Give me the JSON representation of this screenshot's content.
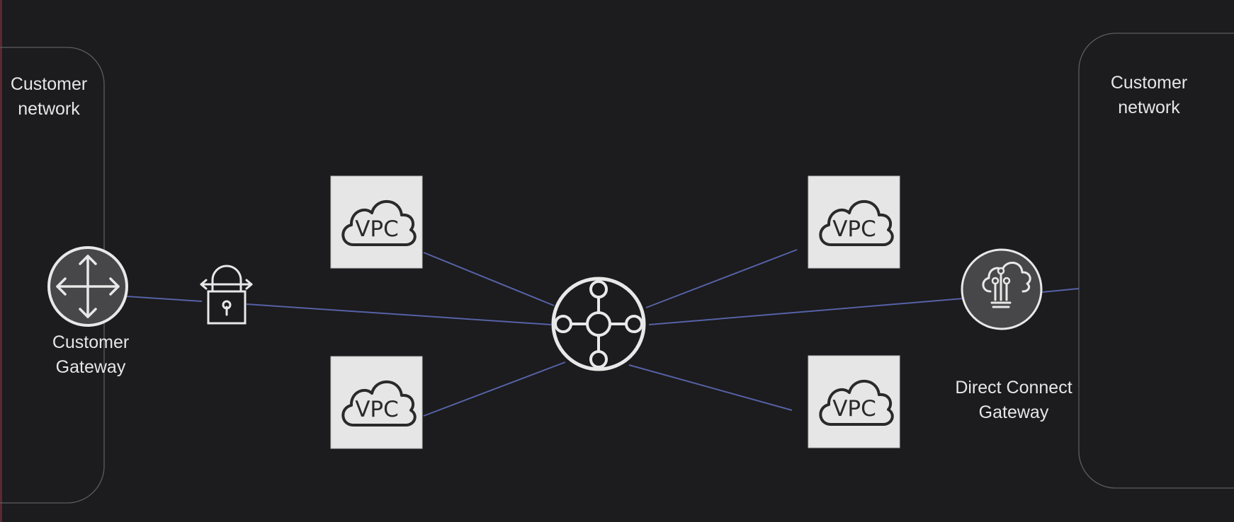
{
  "regions": {
    "left": {
      "title": "Customer\nnetwork"
    },
    "right": {
      "title": "Customer\nnetwork"
    }
  },
  "nodes": {
    "customer_gateway": {
      "label": "Customer\nGateway",
      "icon": "router-arrows-icon"
    },
    "vpn": {
      "icon": "vpn-lock-icon"
    },
    "transit_gateway": {
      "icon": "transit-gateway-hub-icon"
    },
    "direct_connect_gateway": {
      "label": "Direct Connect\nGateway",
      "icon": "direct-connect-cloud-icon"
    },
    "vpcs": [
      {
        "label": "VPC"
      },
      {
        "label": "VPC"
      },
      {
        "label": "VPC"
      },
      {
        "label": "VPC"
      }
    ]
  },
  "colors": {
    "background": "#1c1b1d",
    "link": "#5562a6",
    "region_border": "#5c5c60",
    "text": "#e6e6e6",
    "vpc_tile": "#e6e6e6"
  }
}
